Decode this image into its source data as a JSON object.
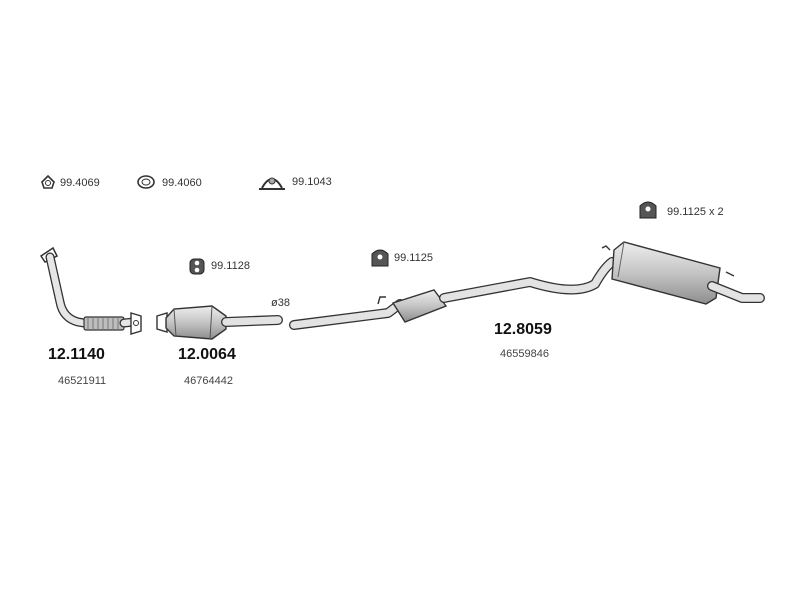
{
  "accessories": [
    {
      "code": "99.4069"
    },
    {
      "code": "99.4060"
    },
    {
      "code": "99.1043"
    },
    {
      "code": "99.1128"
    },
    {
      "code": "99.1125"
    },
    {
      "code": "99.1125 x 2"
    }
  ],
  "pipe_diameter": "ø38",
  "parts": [
    {
      "part_number": "12.1140",
      "oem_number": "46521911"
    },
    {
      "part_number": "12.0064",
      "oem_number": "46764442"
    },
    {
      "part_number": "12.8059",
      "oem_number": "46559846"
    }
  ],
  "colors": {
    "line": "#333333",
    "pipe_fill": "#d9d9d9",
    "muffler_fill": "#c8c8c8"
  }
}
